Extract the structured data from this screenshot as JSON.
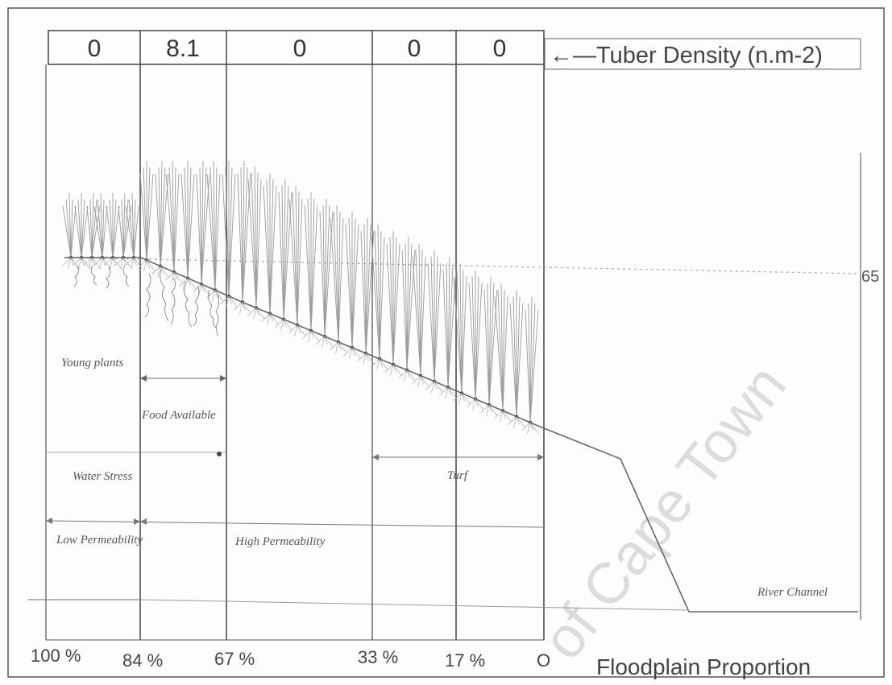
{
  "tuber_density": {
    "header": "←—Tuber Density (n.m-2)",
    "values": [
      "0",
      "8.1",
      "0",
      "0",
      "0"
    ]
  },
  "proportion_ticks": [
    "100 %",
    "84 %",
    "67 %",
    "33 %",
    "17 %",
    "O"
  ],
  "x_title": "Floodplain Proportion",
  "elevation_label": "65",
  "zone_labels": {
    "young_plants": "Young plants",
    "food_available": "Food Available",
    "water_stress": "Water Stress",
    "turf": "Turf",
    "low_permeability": "Low Permeability",
    "high_permeability": "High Permeability",
    "river_channel": "River Channel"
  },
  "watermark": "of Cape Town"
}
